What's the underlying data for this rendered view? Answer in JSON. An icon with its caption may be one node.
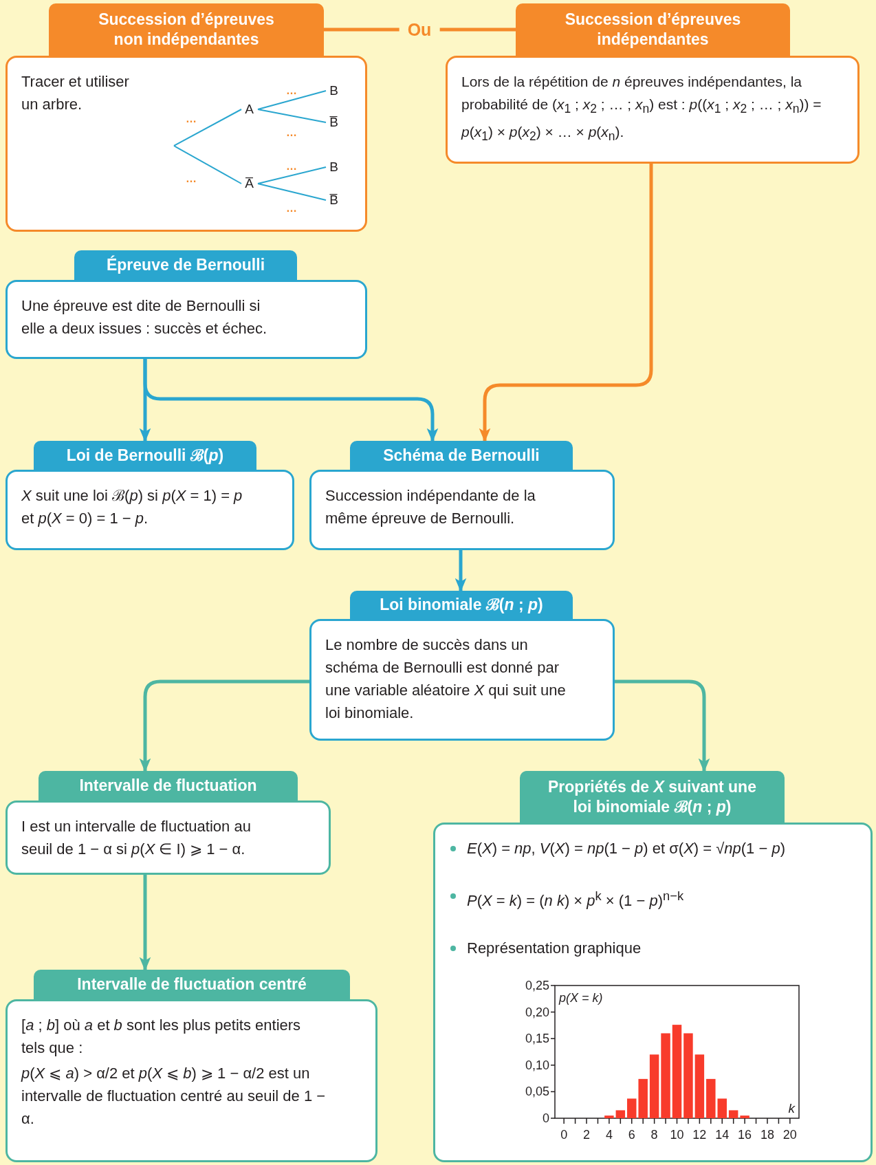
{
  "diagram": {
    "nodes": [
      {
        "text": [
          "Succession d’épreuves non indépendantes",
          "Tracer et utiliser un arbre."
        ]
      },
      {
        "text": [
          "A"
        ],
        "in": 0
      },
      {
        "text": [
          "B"
        ],
        "in": 0
      },
      {
        "text": [
          "B̅"
        ],
        "in": 0
      },
      {
        "text": [
          "A̅"
        ],
        "in": 0
      },
      {
        "text": [
          "B"
        ],
        "in": 0
      },
      {
        "text": [
          "B̅"
        ],
        "in": 0
      },
      {
        "text": [
          "Succession d’épreuves indépendantes",
          "Lors de la répétition de *n* épreuves indépendantes, la probabilité de (*x*$_{1}$ ; *x*$_{2}$ ; … ; *x*$_{n}$) est : *p*((*x*$_{1}$ ; *x*$_{2}$ ; … ; *x*$_{n}$)) = *p*(*x*$_{1}$) × *p*(*x*$_{2}$) × … × *p*(*x*$_{n}$)."
        ]
      },
      {
        "text": [
          "Épreuve de Bernoulli",
          "Une épreuve est dite de Bernoulli si elle a deux issues : succès et échec."
        ]
      },
      {
        "text": [
          "Loi de Bernoulli ℬ(*p*)",
          "*X* suit une loi ℬ(*p*) si *p*(*X* = 1) = *p* et *p*(*X* = 0) = 1 − *p*."
        ]
      },
      {
        "text": [
          "Schéma de Bernoulli",
          "Succession indépendante de la même épreuve de Bernoulli."
        ]
      },
      {
        "text": [
          "Loi binomiale ℬ(*n* ; *p*)",
          "Le nombre de succès dans un schéma de Bernoulli est donné par une variable aléatoire *X* qui suit une loi binomiale."
        ]
      },
      {
        "text": [
          "Intervalle de fluctuation",
          "I est un intervalle de fluctuation au seuil de 1 − α si *p*(*X* ∈ I) ⩾ 1 − α."
        ]
      },
      {
        "text": [
          "Propriétés de *X* suivant une loi binomiale ℬ(*n* ; *p*)",
          "*E*(*X*) = *np*, *V*(*X*) = *np*(1 − *p*) et σ(*X*) = √*np*(1 − *p*)",
          "*P*(*X* = *k*) = (*n* *k*) × *p*$^{k}$ × (1 − *p*)$^{n−k}$",
          "Représentation graphique"
        ]
      },
      {
        "text": [
          "Intervalle de fluctuation centré",
          "[*a* ; *b*] où *a* et *b* sont les plus petits entiers tels que :",
          "*p*(*X* ⩽ *a*) > α/2 et *p*(*X* ⩽ *b*) ⩾ 1 − α/2 est un intervalle de fluctuation centré au seuil de 1 − α."
        ]
      }
    ],
    "edges": [
      {
        "from": 0,
        "to": 7,
        "arrow": "none",
        "label": "Ou",
        "color": "#f58a2a"
      },
      {
        "from": null,
        "to": 1,
        "arrow": "none",
        "label": "…"
      },
      {
        "from": 1,
        "to": 2,
        "arrow": "none",
        "label": "…"
      },
      {
        "from": 1,
        "to": 3,
        "arrow": "none",
        "label": "…"
      },
      {
        "from": null,
        "to": 4,
        "arrow": "none",
        "label": "…"
      },
      {
        "from": 4,
        "to": 5,
        "arrow": "none",
        "label": "…"
      },
      {
        "from": 4,
        "to": 6,
        "arrow": "none",
        "label": "…"
      },
      {
        "from": 7,
        "to": 10,
        "arrow": "to",
        "color": "#f58a2a"
      },
      {
        "from": 8,
        "to": 9,
        "arrow": "to"
      },
      {
        "from": 8,
        "to": 10,
        "arrow": "to"
      },
      {
        "from": 10,
        "to": 11,
        "arrow": "to"
      },
      {
        "from": 11,
        "to": 12,
        "arrow": "to",
        "color": "#4db6a2"
      },
      {
        "from": 11,
        "to": 13,
        "arrow": "to",
        "color": "#4db6a2"
      },
      {
        "from": 12,
        "to": 14,
        "arrow": "to",
        "color": "#4db6a2"
      }
    ],
    "chart_data": {
      "type": "bar",
      "xlabel": "k",
      "ylabel": "p(X = k)",
      "x": [
        0,
        1,
        2,
        3,
        4,
        5,
        6,
        7,
        8,
        9,
        10,
        11,
        12,
        13,
        14,
        15,
        16,
        17,
        18,
        19,
        20
      ],
      "series": [
        {
          "color": "#f83b2b",
          "values": [
            0,
            0,
            0,
            0,
            0.005,
            0.015,
            0.037,
            0.074,
            0.12,
            0.16,
            0.176,
            0.16,
            0.12,
            0.074,
            0.037,
            0.015,
            0.005,
            0,
            0,
            0,
            0
          ]
        }
      ],
      "xlim": [
        -0.8,
        20.8
      ],
      "ylim": [
        0,
        0.25
      ],
      "xticks": [
        0,
        2,
        4,
        6,
        8,
        10,
        12,
        14,
        16,
        18,
        20
      ],
      "yticks": [
        {
          "value": 0,
          "label": "0"
        },
        {
          "value": 0.05,
          "label": "0,05"
        },
        {
          "value": 0.1,
          "label": "0,10"
        },
        {
          "value": 0.15,
          "label": "0,15"
        },
        {
          "value": 0.2,
          "label": "0,20"
        },
        {
          "value": 0.25,
          "label": "0,25"
        }
      ]
    }
  }
}
